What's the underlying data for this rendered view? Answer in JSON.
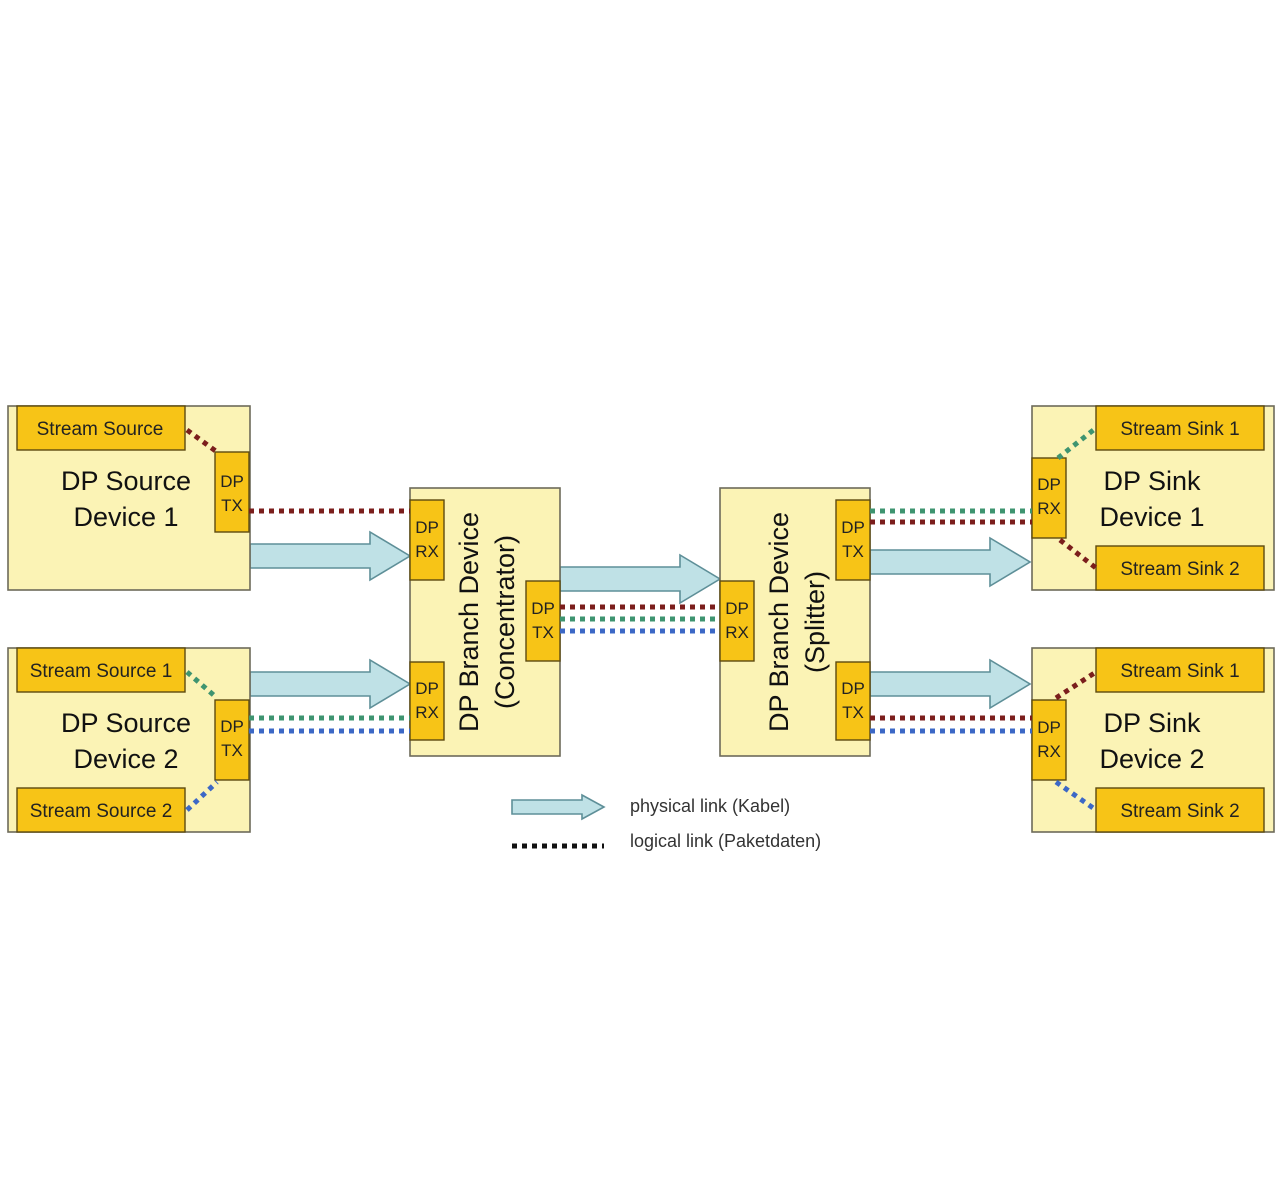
{
  "source1": {
    "title_line1": "DP Source",
    "title_line2": "Device 1",
    "stream": "Stream Source",
    "port_line1": "DP",
    "port_line2": "TX"
  },
  "source2": {
    "title_line1": "DP Source",
    "title_line2": "Device 2",
    "stream1": "Stream Source  1",
    "stream2": "Stream Source  2",
    "port_line1": "DP",
    "port_line2": "TX"
  },
  "concentrator": {
    "title_line1": "DP Branch Device",
    "title_line2": "(Concentrator)",
    "rx_line1": "DP",
    "rx_line2": "RX",
    "tx_line1": "DP",
    "tx_line2": "TX"
  },
  "splitter": {
    "title_line1": "DP Branch Device",
    "title_line2": "(Splitter)",
    "rx_line1": "DP",
    "rx_line2": "RX",
    "tx_line1": "DP",
    "tx_line2": "TX"
  },
  "sink1": {
    "title_line1": "DP Sink",
    "title_line2": "Device 1",
    "stream1": "Stream Sink 1",
    "stream2": "Stream Sink 2",
    "port_line1": "DP",
    "port_line2": "RX"
  },
  "sink2": {
    "title_line1": "DP Sink",
    "title_line2": "Device 2",
    "stream1": "Stream Sink 1",
    "stream2": "Stream Sink 2",
    "port_line1": "DP",
    "port_line2": "RX"
  },
  "legend": {
    "physical": "physical link (Kabel)",
    "logical": "logical link (Paketdaten)"
  },
  "colors": {
    "device_fill": "#fbf3b5",
    "module_fill": "#f7c417",
    "arrow_fill": "#bfe1e6",
    "stream_red": "#7b1e1c",
    "stream_green": "#3e9470",
    "stream_blue": "#3c68c6"
  }
}
